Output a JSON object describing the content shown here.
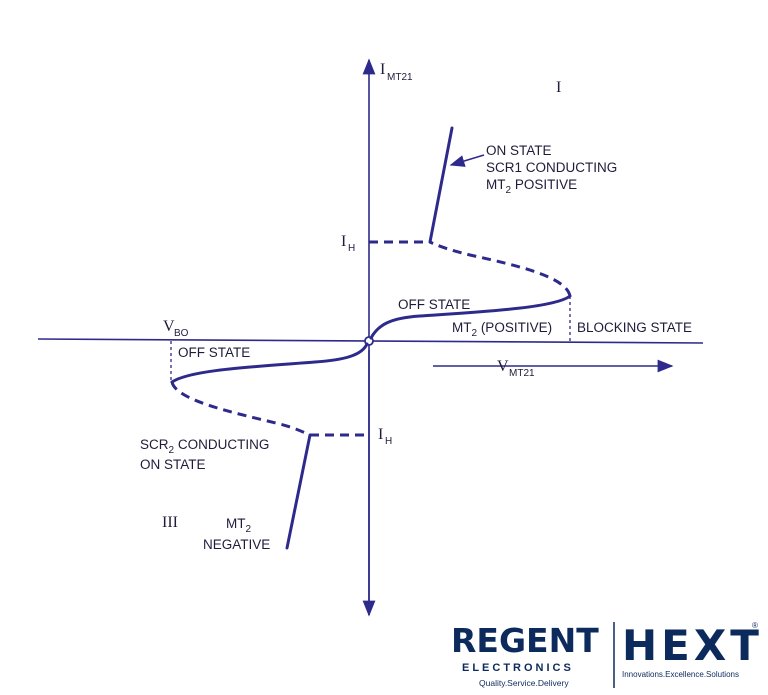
{
  "diagram": {
    "quadrant_1": "I",
    "quadrant_3": "III",
    "y_axis_label": "I",
    "y_axis_sub": "MT21",
    "x_axis_label": "V",
    "x_axis_sub": "MT21",
    "ih_top_main": "I",
    "ih_top_sub": "H",
    "ih_bottom_main": "I",
    "ih_bottom_sub": "H",
    "vbo_main": "V",
    "vbo_sub": "BO",
    "on_state_q1": [
      "ON STATE",
      "SCR1 CONDUCTING"
    ],
    "mt2_positive": {
      "prefix": "MT",
      "sub": "2",
      "suffix": " POSITIVE"
    },
    "off_state_q1": "OFF STATE",
    "mt2_pos_paren": {
      "prefix": "MT",
      "sub": "2",
      "suffix": " (POSITIVE)"
    },
    "blocking_state": "BLOCKING STATE",
    "off_state_q3": "OFF STATE",
    "scr2_conducting": {
      "prefix": "SCR",
      "sub": "2",
      "suffix": " CONDUCTING"
    },
    "on_state_q3": "ON STATE",
    "mt2_negative_top": {
      "prefix": "MT",
      "sub": "2"
    },
    "mt2_negative_bottom": "NEGATIVE"
  },
  "logo": {
    "brand_left": "REGENT",
    "brand_left_sub": "ELECTRONICS",
    "brand_left_tagline": "Quality.Service.Delivery",
    "brand_right": "HEXT",
    "registered": "®",
    "brand_right_tagline": "Innovations.Excellence.Solutions"
  },
  "colors": {
    "curve": "#2e2a8c",
    "text": "#1f1c3a",
    "logo": "#0c2a5c"
  }
}
